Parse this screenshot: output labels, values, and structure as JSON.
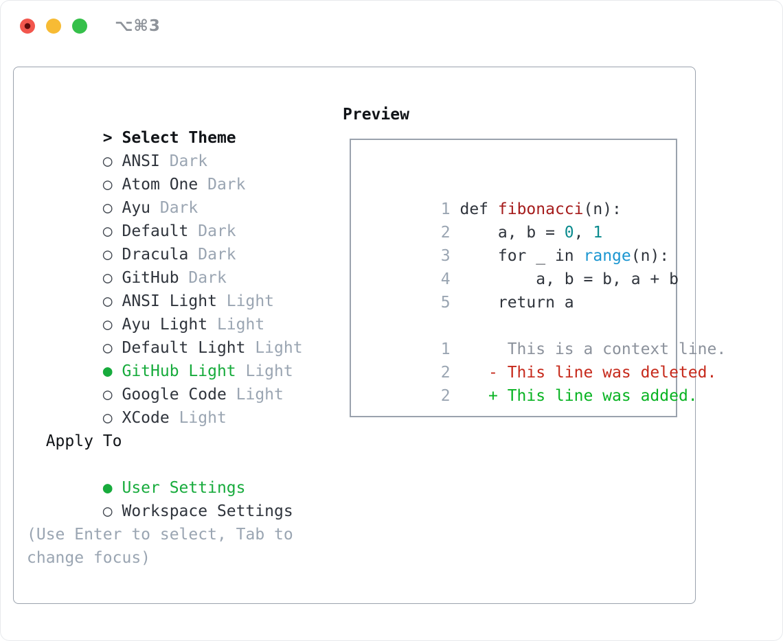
{
  "titlebar": {
    "title": "⌥⌘3",
    "traffic_lights": [
      "close",
      "minimize",
      "zoom"
    ]
  },
  "colors": {
    "accent_green": "#17ab3c",
    "diff_added_green": "#08b322",
    "diff_deleted_red": "#c6291b",
    "code_title_red": "#a51c1c",
    "code_number_teal": "#0b8b8e",
    "code_builtin_blue": "#1b96d1",
    "muted_gray": "#9aa5b2",
    "panel_border": "#9aa2ad",
    "traffic_red": "#f2564d",
    "traffic_yellow": "#f7bb34",
    "traffic_green": "#35c04a"
  },
  "theme_panel": {
    "header": {
      "prefix": ">",
      "label": "Select Theme"
    },
    "themes": [
      {
        "bullet": "○",
        "name": "ANSI",
        "variant": "Dark",
        "selected": false
      },
      {
        "bullet": "○",
        "name": "Atom One",
        "variant": "Dark",
        "selected": false
      },
      {
        "bullet": "○",
        "name": "Ayu",
        "variant": "Dark",
        "selected": false
      },
      {
        "bullet": "○",
        "name": "Default",
        "variant": "Dark",
        "selected": false
      },
      {
        "bullet": "○",
        "name": "Dracula",
        "variant": "Dark",
        "selected": false
      },
      {
        "bullet": "○",
        "name": "GitHub",
        "variant": "Dark",
        "selected": false
      },
      {
        "bullet": "○",
        "name": "ANSI Light",
        "variant": "Light",
        "selected": false
      },
      {
        "bullet": "○",
        "name": "Ayu Light",
        "variant": "Light",
        "selected": false
      },
      {
        "bullet": "○",
        "name": "Default Light",
        "variant": "Light",
        "selected": false
      },
      {
        "bullet": "●",
        "name": "GitHub Light",
        "variant": "Light",
        "selected": true
      },
      {
        "bullet": "○",
        "name": "Google Code",
        "variant": "Light",
        "selected": false
      },
      {
        "bullet": "○",
        "name": "XCode",
        "variant": "Light",
        "selected": false
      }
    ],
    "apply_to": {
      "header": "Apply To",
      "options": [
        {
          "bullet": "●",
          "label": "User Settings",
          "selected": true
        },
        {
          "bullet": "○",
          "label": "Workspace Settings",
          "selected": false
        }
      ]
    },
    "help": [
      "(Use Enter to select, Tab to",
      "change focus)"
    ]
  },
  "preview": {
    "header": "Preview",
    "code": [
      {
        "no": "1",
        "t1": " def ",
        "fn": "fibonacci",
        "t2": "(n):"
      },
      {
        "no": "2",
        "t1": "     a, b = ",
        "n1": "0",
        "t2": ", ",
        "n2": "1"
      },
      {
        "no": "3",
        "t1": "     for _ in ",
        "bi": "range",
        "t2": "(n):"
      },
      {
        "no": "4",
        "t1": "         a, b = b, a + b"
      },
      {
        "no": "5",
        "t1": "     return a"
      }
    ],
    "diff": [
      {
        "no": "1",
        "text": "      This is a context line.",
        "type": "context"
      },
      {
        "no": "2",
        "text": "    - This line was deleted.",
        "type": "deleted"
      },
      {
        "no": "2",
        "text": "    + This line was added.",
        "type": "added"
      }
    ]
  }
}
